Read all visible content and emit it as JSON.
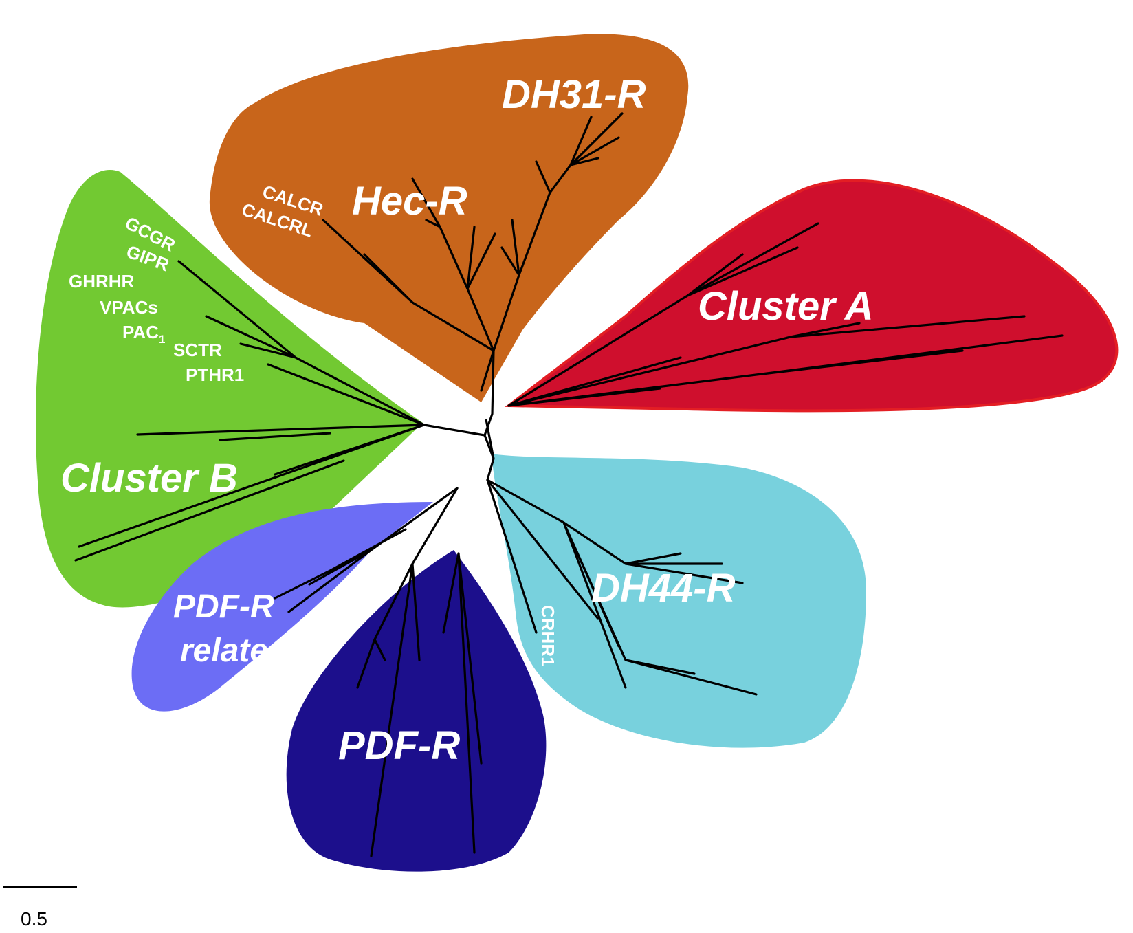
{
  "figure": {
    "clades": [
      {
        "key": "dh31",
        "label": "DH31-R",
        "color": "#C8651B"
      },
      {
        "key": "hec",
        "label": "Hec-R",
        "color": "#C8651B"
      },
      {
        "key": "clusterA",
        "label": "Cluster A",
        "color": "#CF0F2D"
      },
      {
        "key": "clusterB",
        "label": "Cluster B",
        "color": "#72C932"
      },
      {
        "key": "dh44",
        "label": "DH44-R",
        "color": "#78D1DD"
      },
      {
        "key": "pdfr_related_1",
        "label": "PDF-R",
        "color": "#6C6DF5"
      },
      {
        "key": "pdfr_related_2",
        "label": "related",
        "color": "#6C6DF5"
      },
      {
        "key": "pdfr",
        "label": "PDF-R",
        "color": "#1C0F8C"
      }
    ],
    "leaves": {
      "calcr": "CALCR",
      "calcrl": "CALCRL",
      "gcgr": "GCGR",
      "gipr": "GIPR",
      "ghrhr": "GHRHR",
      "vpacs": "VPACs",
      "pac1": "PAC",
      "pac1_sub": "1",
      "sctr": "SCTR",
      "pthr1": "PTHR1",
      "crhr1": "CRHR1"
    },
    "scale_bar": {
      "label": "0.5",
      "value": 0.5
    }
  }
}
